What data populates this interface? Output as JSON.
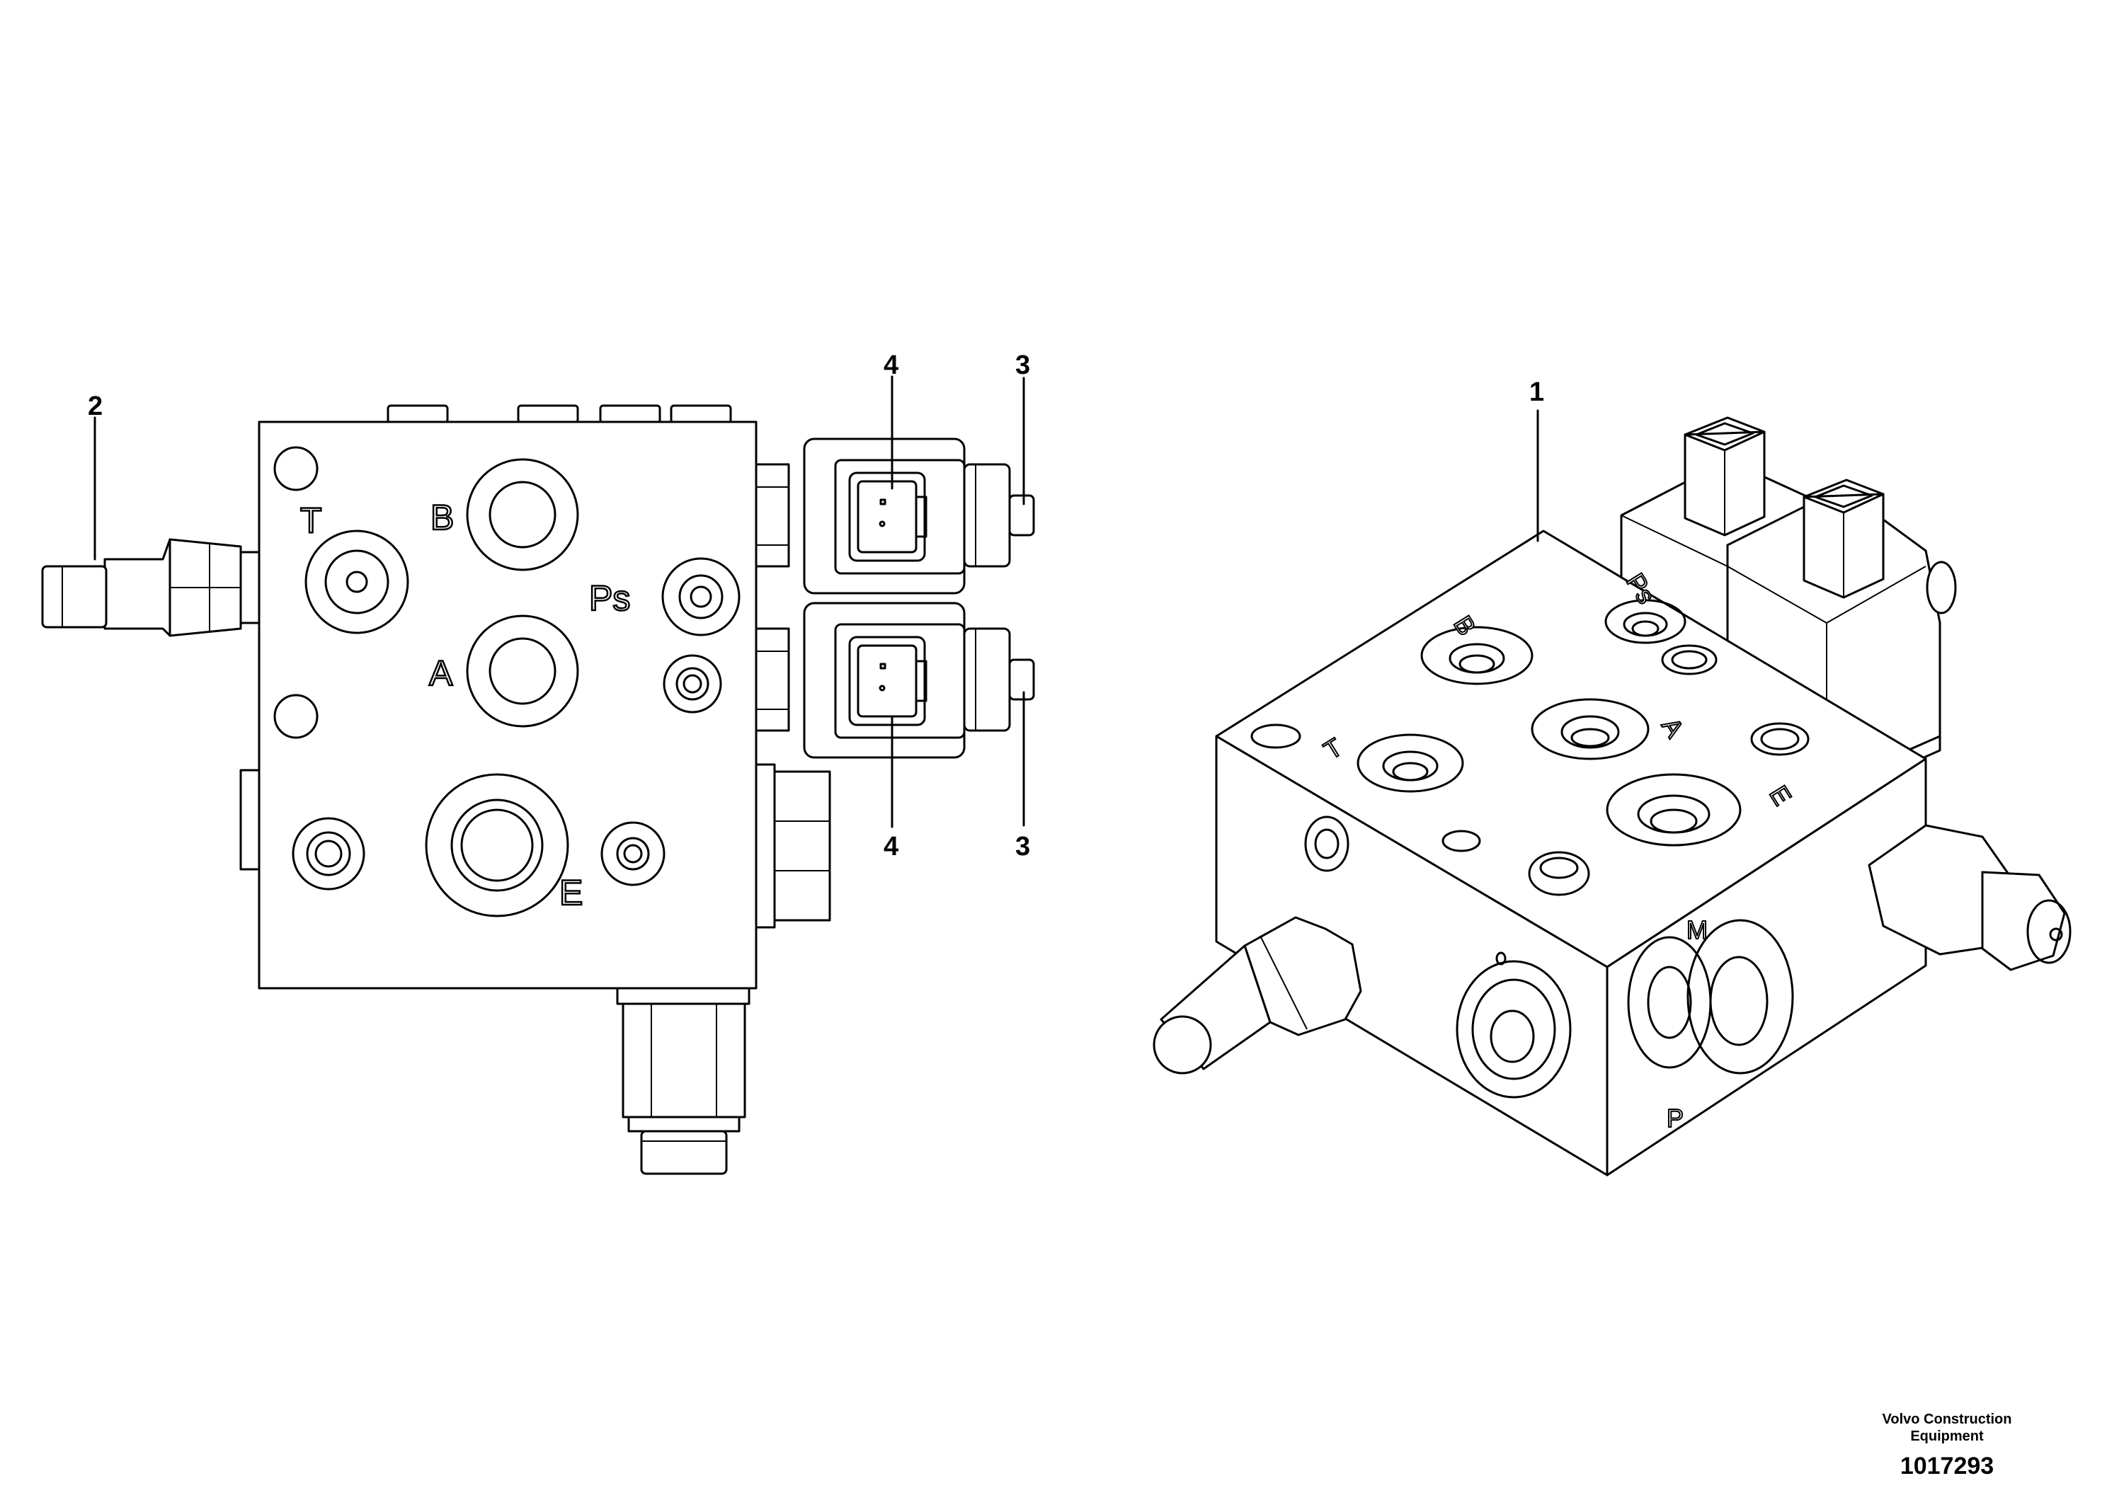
{
  "callouts": {
    "part1": "1",
    "part2": "2",
    "part3_top": "3",
    "part3_bottom": "3",
    "part4_top": "4",
    "part4_bottom": "4"
  },
  "front_view_ports": {
    "T": "T",
    "B": "B",
    "Ps": "Ps",
    "A": "A",
    "E": "E"
  },
  "iso_view_ports": {
    "T": "T",
    "B": "B",
    "Ps": "Ps",
    "A": "A",
    "E": "E",
    "M": "M",
    "P": "P"
  },
  "footer": {
    "company_line1": "Volvo Construction",
    "company_line2": "Equipment",
    "drawing_number": "1017293"
  }
}
